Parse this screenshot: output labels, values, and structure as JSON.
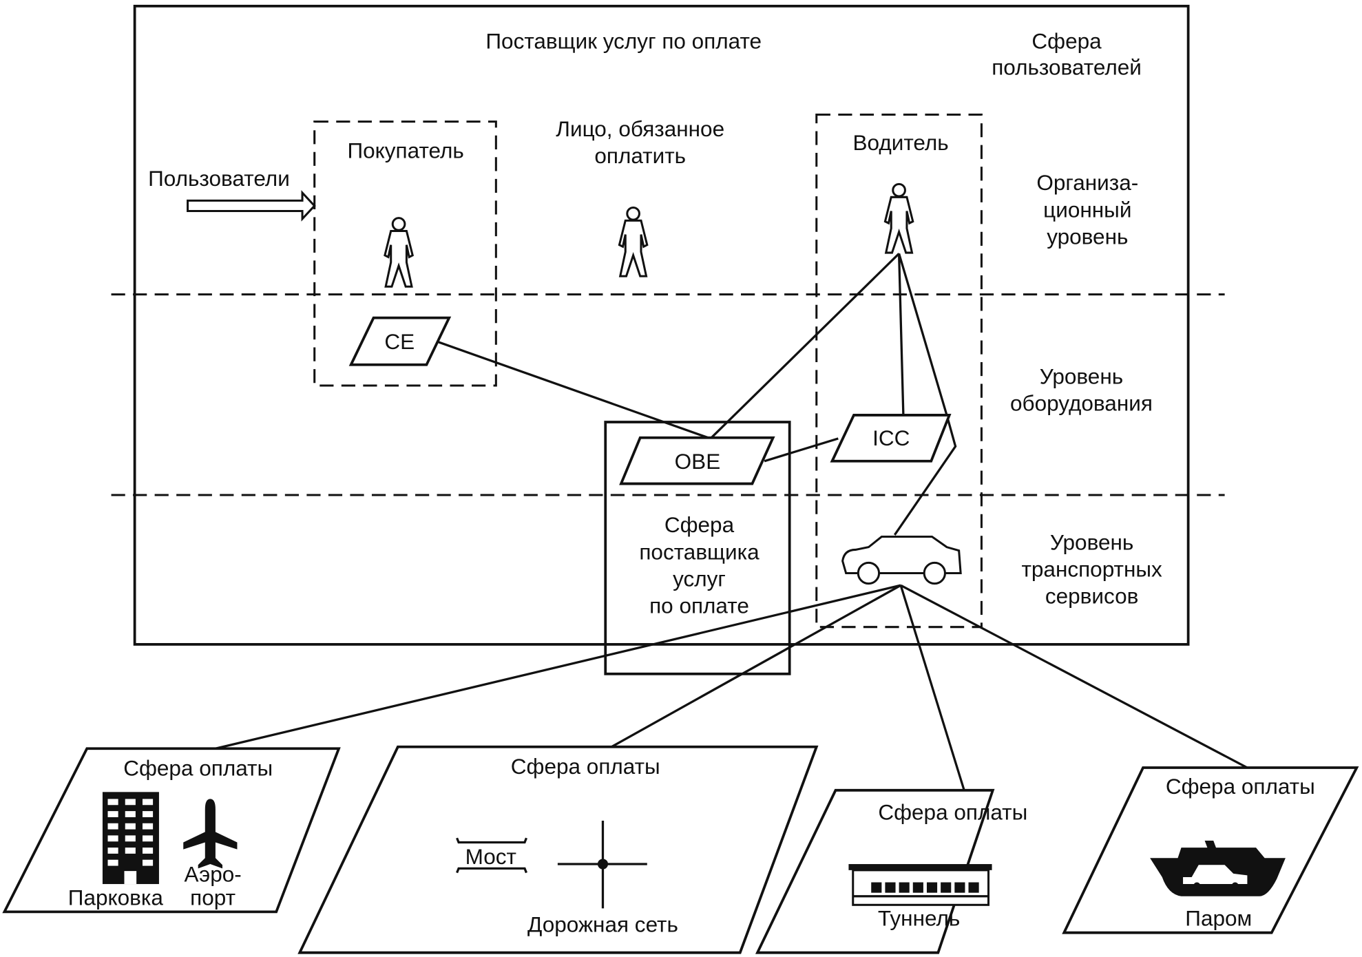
{
  "title": "Поставщик услуг по оплате",
  "spheres": {
    "users_sphere": [
      "Сфера",
      "пользователей"
    ],
    "provider_sphere": [
      "Сфера",
      "поставщика",
      "услуг",
      "по оплате"
    ]
  },
  "levels": {
    "organizational": [
      "Организа-",
      "ционный",
      "уровень"
    ],
    "equipment": [
      "Уровень",
      "оборудования"
    ],
    "transport": [
      "Уровень",
      "транспортных",
      "сервисов"
    ]
  },
  "actors": {
    "users_arrow_label": "Пользователи",
    "buyer": "Покупатель",
    "payer": [
      "Лицо, обязанное",
      "оплатить"
    ],
    "driver": "Водитель"
  },
  "devices": {
    "ce": "CE",
    "obe": "OBE",
    "icc": "ICC"
  },
  "payment_areas": [
    {
      "title": "Сфера оплаты",
      "items": [
        "Парковка",
        "Аэро-",
        "порт"
      ]
    },
    {
      "title": "Сфера оплаты",
      "items": [
        "Мост",
        "Дорожная сеть"
      ]
    },
    {
      "title": "Сфера оплаты",
      "items": [
        "Туннель"
      ]
    },
    {
      "title": "Сфера оплаты",
      "items": [
        "Паром"
      ]
    }
  ]
}
